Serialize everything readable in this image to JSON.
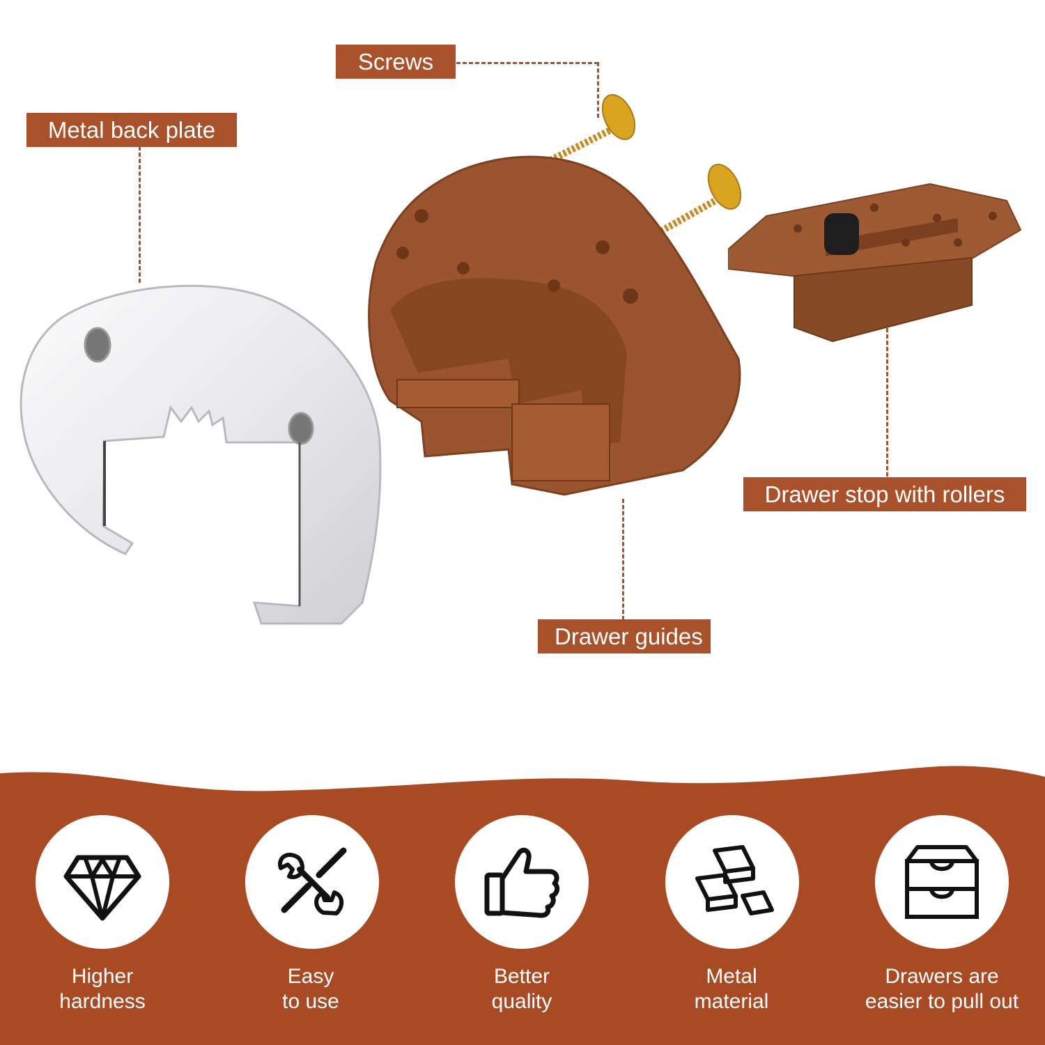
{
  "callouts": {
    "screws": "Screws",
    "back_plate": "Metal back plate",
    "drawer_stop": "Drawer stop with rollers",
    "drawer_guides": "Drawer guides"
  },
  "colors": {
    "brand_brown": "#a8512b",
    "plastic_brown": "#9a5530",
    "metal_silver": "#e8e8ea"
  },
  "features": [
    {
      "icon": "diamond-icon",
      "line1": "Higher",
      "line2": "hardness"
    },
    {
      "icon": "tools-icon",
      "line1": "Easy",
      "line2": "to use"
    },
    {
      "icon": "thumbs-up-icon",
      "line1": "Better",
      "line2": "quality"
    },
    {
      "icon": "metal-bars-icon",
      "line1": "Metal",
      "line2": "material"
    },
    {
      "icon": "drawer-icon",
      "line1": "Drawers are",
      "line2": "easier to pull out"
    }
  ]
}
